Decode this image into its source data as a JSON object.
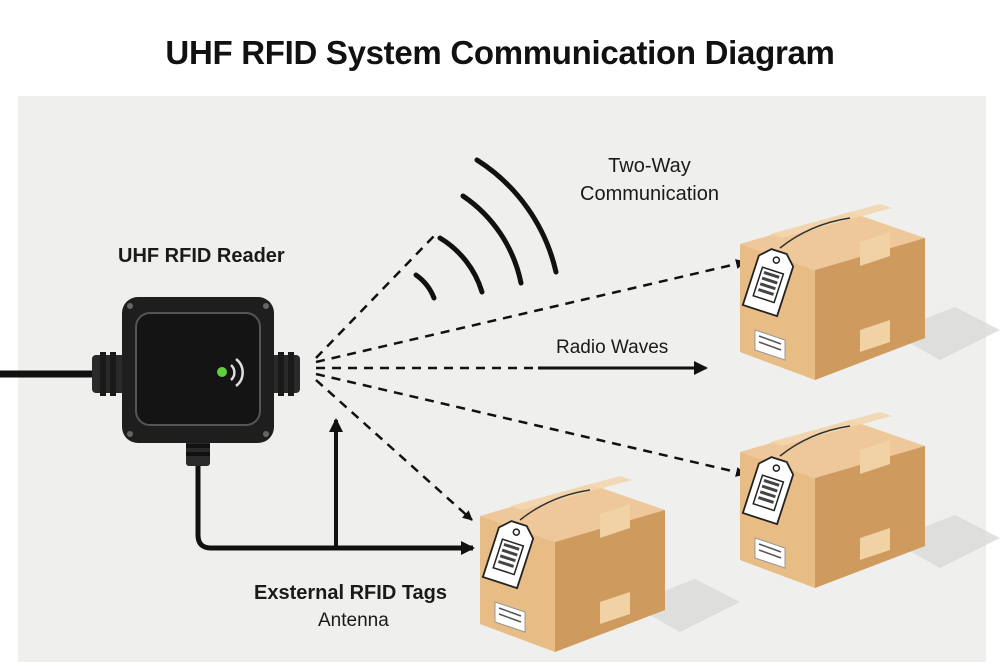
{
  "title": "UHF RFID System Communication Diagram",
  "labels": {
    "reader": "UHF RFID Reader",
    "two_way_line1": "Two-Way",
    "two_way_line2": "Communication",
    "radio_waves": "Radio Waves",
    "external_tags": "Exsternal RFID Tags",
    "antenna": "Antenna"
  },
  "colors": {
    "panel": "#efefee",
    "reader_body": "#1e1e1e",
    "led": "#5fcf3a",
    "box_front": "#e7bc85",
    "box_side": "#cf9a5e",
    "box_top": "#eec79a",
    "tape": "#f2d6ae",
    "arrow": "#111111"
  },
  "icons": [
    "rfid-reader-icon",
    "wifi-signal-icon",
    "cardboard-box-icon",
    "rfid-tag-icon"
  ]
}
